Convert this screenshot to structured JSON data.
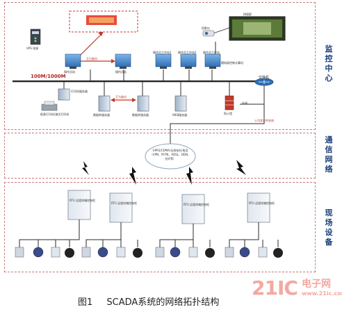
{
  "zones": {
    "monitor_center": "监控中心",
    "comm_network": "通信网络",
    "field_equipment": "现场设备"
  },
  "network": {
    "backbone_label": "100M/1000M",
    "switch_label": "交换机",
    "external_network": "外网",
    "public_network_note": "公司其它的系统"
  },
  "monitor_devices": {
    "ups": "UPS 电源",
    "large_screen_controller": "大屏幕控制器",
    "projector": "投影仪",
    "big_screen": "拼接屏",
    "redundant_backup": "互为备份",
    "ws1": "操作员站",
    "ws2": "操作员站",
    "ws3": "操作员工作站1",
    "ws4": "操作员工作站2",
    "ws5": "操作员工作站",
    "display_machine": "模拟屏控制计算机",
    "print_server": "打印机服务器",
    "printers": "报表打印机/激光打印机",
    "db_server1": "数据库服务器",
    "db_server2": "数据库服务器",
    "web_server": "WEB服务器",
    "firewall": "防火墙"
  },
  "comm": {
    "cloud_text": "GPRS/CDMA/无线电台/电话（VPN、PSTN、ADSL、DDN、光纤等）"
  },
  "field": {
    "cabinet_label": "RTU 远程终端控制柜"
  },
  "caption": {
    "fig": "图1",
    "title": "SCADA系统的网络拓扑结构"
  },
  "watermark": {
    "brand": "21IC",
    "cn": "电子网",
    "url": "www.21ic.com"
  },
  "colors": {
    "zone_border": "#c97a7a",
    "zone_label": "#1a3d7a",
    "backbone": "#2a2a2a",
    "accent_red": "#c0392b",
    "watermark": "#f2a9a2"
  }
}
